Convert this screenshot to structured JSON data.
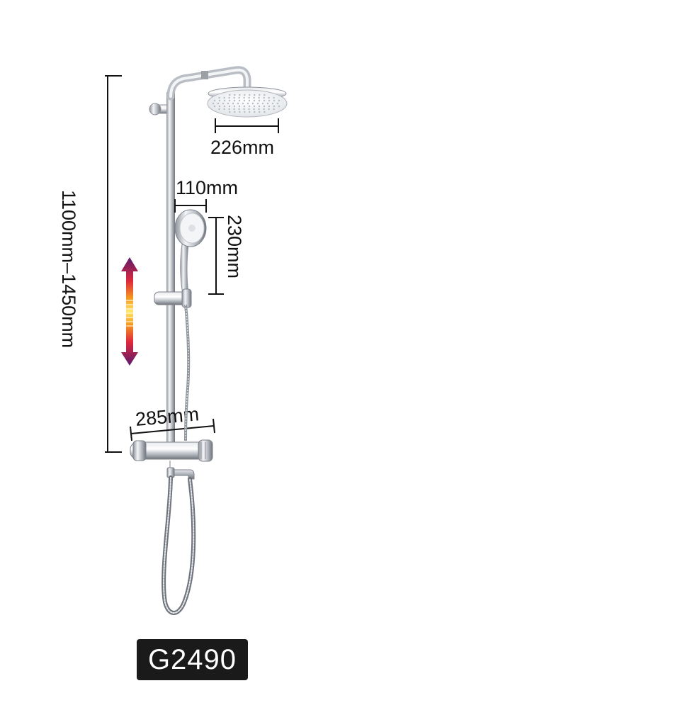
{
  "dimensions": {
    "height_range": "1100mm–1450mm",
    "overhead_diameter": "226mm",
    "hand_shower_width": "110mm",
    "hand_shower_length": "230mm",
    "mixer_width": "285mm"
  },
  "model": {
    "code": "G2490"
  },
  "icons": {
    "adjust_arrow": "double-arrow-vertical-gradient-icon"
  },
  "colors": {
    "chrome": "#c9ccd1",
    "chrome_dark": "#7d828a",
    "arrow_top": "#5b1a6e",
    "arrow_mid": "#e0283c",
    "arrow_center": "#ffd21e",
    "badge_bg": "#1a1a1a",
    "badge_text": "#ffffff"
  }
}
